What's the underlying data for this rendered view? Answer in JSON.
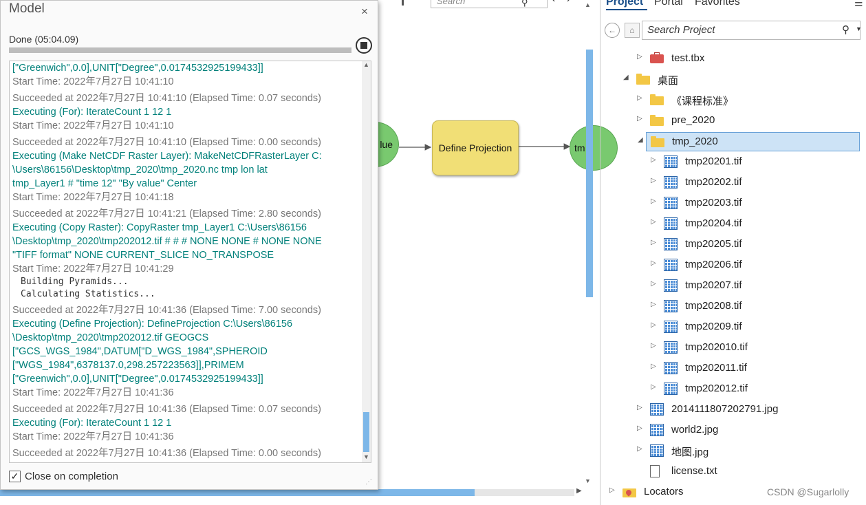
{
  "canvas": {
    "search_placeholder": "Search",
    "nav_arrows": "‹ ›",
    "left_oval_label": "lue",
    "process_label": "Define Projection",
    "right_oval_label": "tm"
  },
  "dialog": {
    "title": "Model",
    "close_glyph": "×",
    "status": "Done (05:04.09)",
    "progress": 1.0,
    "log": [
      {
        "kind": "msg",
        "text": "[\"Greenwich\",0.0],UNIT[\"Degree\",0.0174532925199433]]"
      },
      {
        "kind": "time",
        "text": "Start Time: 2022年7月27日 10:41:10"
      },
      {
        "kind": "gap"
      },
      {
        "kind": "time",
        "text": "Succeeded at 2022年7月27日 10:41:10 (Elapsed Time: 0.07 seconds)"
      },
      {
        "kind": "msg",
        "text": "Executing (For): IterateCount 1 12 1"
      },
      {
        "kind": "time",
        "text": "Start Time: 2022年7月27日 10:41:10"
      },
      {
        "kind": "gap"
      },
      {
        "kind": "time",
        "text": "Succeeded at 2022年7月27日 10:41:10 (Elapsed Time: 0.00 seconds)"
      },
      {
        "kind": "msg",
        "text": "Executing (Make NetCDF Raster Layer): MakeNetCDFRasterLayer C:"
      },
      {
        "kind": "msg",
        "text": "\\Users\\86156\\Desktop\\tmp_2020\\tmp_2020.nc tmp lon lat"
      },
      {
        "kind": "msg",
        "text": "tmp_Layer1 # \"time 12\" \"By value\" Center"
      },
      {
        "kind": "time",
        "text": "Start Time: 2022年7月27日 10:41:18"
      },
      {
        "kind": "gap"
      },
      {
        "kind": "time",
        "text": "Succeeded at 2022年7月27日 10:41:21 (Elapsed Time: 2.80 seconds)"
      },
      {
        "kind": "msg",
        "text": "Executing (Copy Raster): CopyRaster tmp_Layer1 C:\\Users\\86156"
      },
      {
        "kind": "msg",
        "text": "\\Desktop\\tmp_2020\\tmp202012.tif # # # NONE NONE # NONE NONE"
      },
      {
        "kind": "msg",
        "text": "\"TIFF format\" NONE CURRENT_SLICE NO_TRANSPOSE"
      },
      {
        "kind": "time",
        "text": "Start Time: 2022年7月27日 10:41:29"
      },
      {
        "kind": "mono",
        "text": "Building Pyramids..."
      },
      {
        "kind": "mono",
        "text": "Calculating Statistics..."
      },
      {
        "kind": "gap"
      },
      {
        "kind": "time",
        "text": "Succeeded at 2022年7月27日 10:41:36 (Elapsed Time: 7.00 seconds)"
      },
      {
        "kind": "msg",
        "text": "Executing (Define Projection): DefineProjection C:\\Users\\86156"
      },
      {
        "kind": "msg",
        "text": "\\Desktop\\tmp_2020\\tmp202012.tif GEOGCS"
      },
      {
        "kind": "msg",
        "text": "[\"GCS_WGS_1984\",DATUM[\"D_WGS_1984\",SPHEROID"
      },
      {
        "kind": "msg",
        "text": "[\"WGS_1984\",6378137.0,298.257223563]],PRIMEM"
      },
      {
        "kind": "msg",
        "text": "[\"Greenwich\",0.0],UNIT[\"Degree\",0.0174532925199433]]"
      },
      {
        "kind": "time",
        "text": "Start Time: 2022年7月27日 10:41:36"
      },
      {
        "kind": "gap"
      },
      {
        "kind": "time",
        "text": "Succeeded at 2022年7月27日 10:41:36 (Elapsed Time: 0.07 seconds)"
      },
      {
        "kind": "msg",
        "text": "Executing (For): IterateCount 1 12 1"
      },
      {
        "kind": "time",
        "text": "Start Time: 2022年7月27日 10:41:36"
      },
      {
        "kind": "gap"
      },
      {
        "kind": "time",
        "text": "Succeeded at 2022年7月27日 10:41:36 (Elapsed Time: 0.00 seconds)"
      }
    ],
    "close_on_completion": {
      "checked": true,
      "label": "Close on completion"
    }
  },
  "project_pane": {
    "tabs": {
      "project": "Project",
      "portal": "Portal",
      "favorites": "Favorites"
    },
    "search_placeholder": "Search Project",
    "tree": [
      {
        "label": "test.tbx",
        "icon": "toolbox-icon",
        "level": 2,
        "arrow": "▷",
        "name": "tree-item-test-tbx"
      },
      {
        "label": "桌面",
        "icon": "folder-icon",
        "level": 1,
        "arrow": "◢",
        "name": "tree-item-desktop"
      },
      {
        "label": "《课程标准》",
        "icon": "folder-icon",
        "level": 2,
        "arrow": "▷",
        "name": "tree-item-course-standard"
      },
      {
        "label": "pre_2020",
        "icon": "folder-icon",
        "level": 2,
        "arrow": "▷",
        "name": "tree-item-pre-2020"
      },
      {
        "label": "tmp_2020",
        "icon": "folder-icon",
        "level": 2,
        "arrow": "◢",
        "name": "tree-item-tmp-2020",
        "selected": true
      },
      {
        "label": "tmp20201.tif",
        "icon": "raster-icon",
        "level": 3,
        "arrow": "▷",
        "name": "tree-item-tmp20201"
      },
      {
        "label": "tmp20202.tif",
        "icon": "raster-icon",
        "level": 3,
        "arrow": "▷",
        "name": "tree-item-tmp20202"
      },
      {
        "label": "tmp20203.tif",
        "icon": "raster-icon",
        "level": 3,
        "arrow": "▷",
        "name": "tree-item-tmp20203"
      },
      {
        "label": "tmp20204.tif",
        "icon": "raster-icon",
        "level": 3,
        "arrow": "▷",
        "name": "tree-item-tmp20204"
      },
      {
        "label": "tmp20205.tif",
        "icon": "raster-icon",
        "level": 3,
        "arrow": "▷",
        "name": "tree-item-tmp20205"
      },
      {
        "label": "tmp20206.tif",
        "icon": "raster-icon",
        "level": 3,
        "arrow": "▷",
        "name": "tree-item-tmp20206"
      },
      {
        "label": "tmp20207.tif",
        "icon": "raster-icon",
        "level": 3,
        "arrow": "▷",
        "name": "tree-item-tmp20207"
      },
      {
        "label": "tmp20208.tif",
        "icon": "raster-icon",
        "level": 3,
        "arrow": "▷",
        "name": "tree-item-tmp20208"
      },
      {
        "label": "tmp20209.tif",
        "icon": "raster-icon",
        "level": 3,
        "arrow": "▷",
        "name": "tree-item-tmp20209"
      },
      {
        "label": "tmp202010.tif",
        "icon": "raster-icon",
        "level": 3,
        "arrow": "▷",
        "name": "tree-item-tmp202010"
      },
      {
        "label": "tmp202011.tif",
        "icon": "raster-icon",
        "level": 3,
        "arrow": "▷",
        "name": "tree-item-tmp202011"
      },
      {
        "label": "tmp202012.tif",
        "icon": "raster-icon",
        "level": 3,
        "arrow": "▷",
        "name": "tree-item-tmp202012"
      },
      {
        "label": "2014111807202791.jpg",
        "icon": "raster-icon",
        "level": 2,
        "arrow": "▷",
        "name": "tree-item-2014111807202791-jpg"
      },
      {
        "label": "world2.jpg",
        "icon": "raster-icon",
        "level": 2,
        "arrow": "▷",
        "name": "tree-item-world2-jpg"
      },
      {
        "label": "地图.jpg",
        "icon": "raster-icon",
        "level": 2,
        "arrow": "▷",
        "name": "tree-item-map-jpg"
      },
      {
        "label": "license.txt",
        "icon": "text-icon",
        "level": 2,
        "arrow": "",
        "name": "tree-item-license-txt"
      },
      {
        "label": "Locators",
        "icon": "locators-icon",
        "level": 0,
        "arrow": "▷",
        "name": "tree-item-locators"
      }
    ]
  },
  "watermark": "CSDN @Sugarlolly",
  "colors": {
    "accent": "#7db7e8",
    "process_fill": "#f1df76",
    "oval_fill": "#79c96f",
    "log_message": "#00807a",
    "selection": "#cde3f6"
  }
}
